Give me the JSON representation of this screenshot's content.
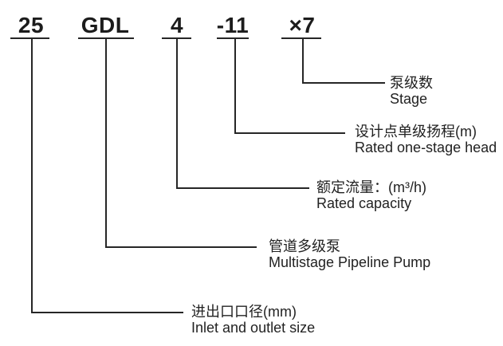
{
  "diagram": {
    "colors": {
      "ink": "#262626",
      "background": "#ffffff"
    },
    "parts": [
      {
        "code": "25",
        "label_cn": "进出口口径(mm)",
        "label_en": "Inlet and outlet size"
      },
      {
        "code": "GDL",
        "label_cn": "管道多级泵",
        "label_en": "Multistage Pipeline Pump"
      },
      {
        "code": "4",
        "label_cn": "额定流量：(m³/h)",
        "label_en": "Rated capacity"
      },
      {
        "code": "-11",
        "label_cn": "设计点单级扬程(m)",
        "label_en": "Rated one-stage head"
      },
      {
        "code": "×7",
        "label_cn": "泵级数",
        "label_en": "Stage"
      }
    ]
  }
}
